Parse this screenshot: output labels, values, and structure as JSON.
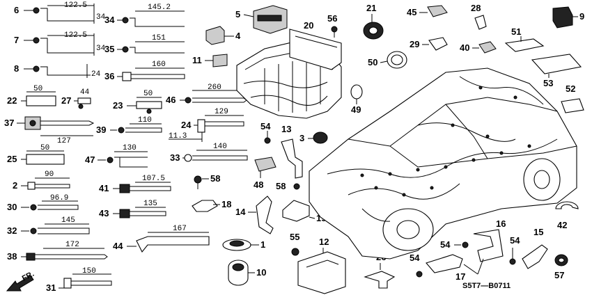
{
  "diagram_code": "S5T7—B0711",
  "front_marker": "FR.",
  "callouts": {
    "n1": "1",
    "n2": "2",
    "n3": "3",
    "n4": "4",
    "n5": "5",
    "n6": "6",
    "n7": "7",
    "n8": "8",
    "n9": "9",
    "n10": "10",
    "n11": "11",
    "n12": "12",
    "n13": "13",
    "n14": "14",
    "n15": "15",
    "n16": "16",
    "n17": "17",
    "n18": "18",
    "n19": "19",
    "n20": "20",
    "n21": "21",
    "n22": "22",
    "n23": "23",
    "n24": "24",
    "n25": "25",
    "n26": "26",
    "n27": "27",
    "n28": "28",
    "n29": "29",
    "n30": "30",
    "n31": "31",
    "n32": "32",
    "n33": "33",
    "n34": "34",
    "n35": "35",
    "n36": "36",
    "n37": "37",
    "n38": "38",
    "n39": "39",
    "n40": "40",
    "n41": "41",
    "n42": "42",
    "n43": "43",
    "n44": "44",
    "n45": "45",
    "n46": "46",
    "n47": "47",
    "n48": "48",
    "n49": "49",
    "n50": "50",
    "n51": "51",
    "n52": "52",
    "n53": "53",
    "n54a": "54",
    "n54b": "54",
    "n54c": "54",
    "n55": "55",
    "n56": "56",
    "n57": "57",
    "n58a": "58",
    "n58b": "58"
  },
  "dimensions": {
    "d6a": "122.5",
    "d6b": "34",
    "d7a": "122.5",
    "d7b": "34",
    "d8": "24",
    "d34": "145.2",
    "d35": "151",
    "d36": "160",
    "d22": "50",
    "d27": "44",
    "d23": "50",
    "d46": "260",
    "d37": "127",
    "d39": "110",
    "d24a": "129",
    "d24b": "11.3",
    "d25": "50",
    "d47": "130",
    "d33": "140",
    "d2": "90",
    "d41": "107.5",
    "d30": "96.9",
    "d43": "135",
    "d32": "145",
    "d44": "167",
    "d38": "172",
    "d31": "150"
  }
}
